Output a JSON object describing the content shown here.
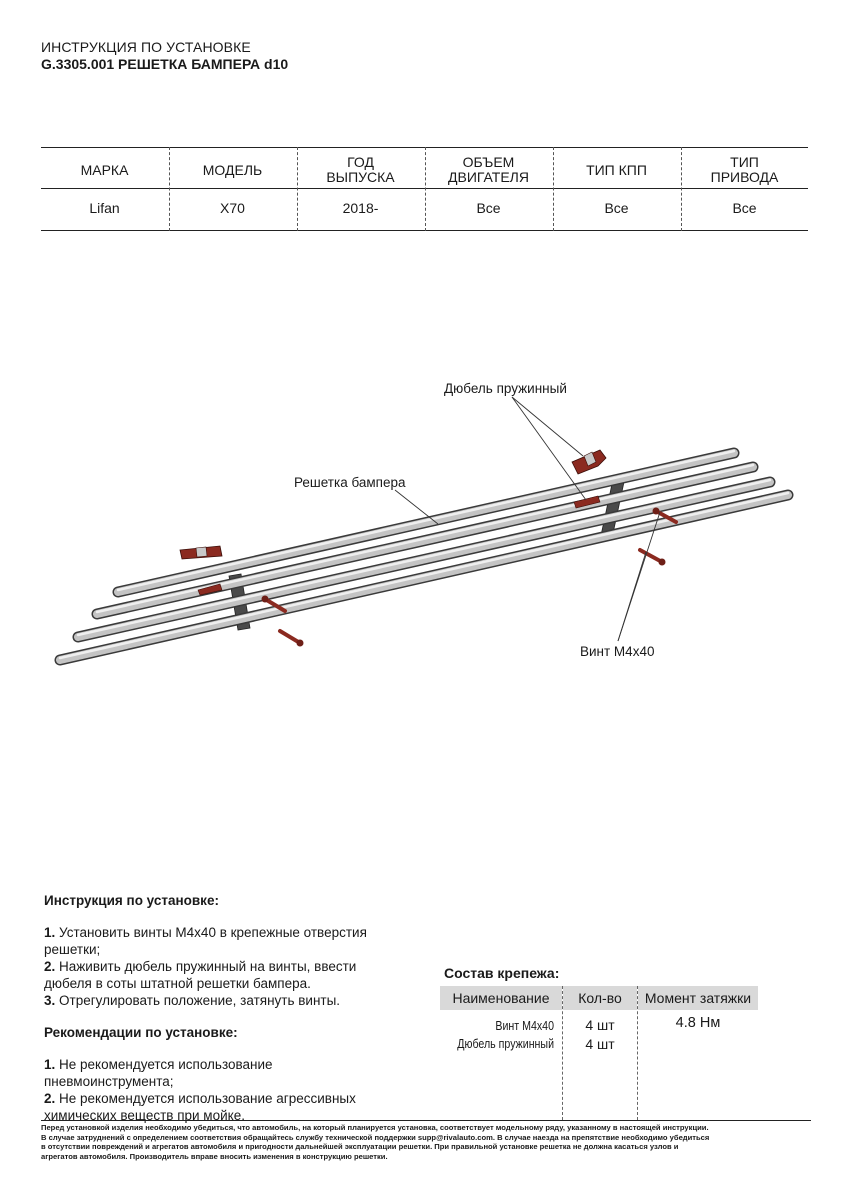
{
  "header": {
    "title_line1": "ИНСТРУКЦИЯ ПО УСТАНОВКЕ",
    "title_line2": "G.3305.001 РЕШЕТКА БАМПЕРА d10"
  },
  "vehicle_table": {
    "headers": [
      [
        "МАРКА"
      ],
      [
        "МОДЕЛЬ"
      ],
      [
        "ГОД",
        "ВЫПУСКА"
      ],
      [
        "ОБЪЕМ",
        "ДВИГАТЕЛЯ"
      ],
      [
        "ТИП КПП"
      ],
      [
        "ТИП",
        "ПРИВОДА"
      ]
    ],
    "row": [
      "Lifan",
      "X70",
      "2018-",
      "Все",
      "Все",
      "Все"
    ]
  },
  "diagram": {
    "label_dowel": "Дюбель пружинный",
    "label_grille": "Решетка бампера",
    "label_screw": "Винт М4х40",
    "colors": {
      "tube": "#b8b8b8",
      "bracket": "#4a4a4a",
      "fastener": "#8b2a20"
    }
  },
  "instructions": {
    "title": "Инструкция по установке:",
    "steps": [
      {
        "num": "1.",
        "text": " Установить винты М4х40 в крепежные отверстия решетки;"
      },
      {
        "num": "2.",
        "text": " Наживить дюбель пружинный на винты, ввести дюбеля в соты штатной решетки бампера."
      },
      {
        "num": "3.",
        "text": " Отрегулировать положение, затянуть винты."
      }
    ],
    "rec_title": "Рекомендации по установке:",
    "recs": [
      {
        "num": "1.",
        "text": " Не рекомендуется использование пневмоинструмента;"
      },
      {
        "num": "2.",
        "text": " Не рекомендуется использование агрессивных химических веществ при мойке."
      }
    ]
  },
  "fasteners": {
    "title": "Состав крепежа:",
    "headers": [
      "Наименование",
      "Кол-во",
      "Момент затяжки"
    ],
    "rows": [
      {
        "name": "Винт М4х40",
        "qty": "4 шт",
        "torque": "4.8 Нм"
      },
      {
        "name": "Дюбель пружинный",
        "qty": "4 шт",
        "torque": ""
      }
    ]
  },
  "footer": {
    "lines": [
      "Перед установкой изделия необходимо убедиться, что автомобиль, на который планируется установка, соответствует модельному ряду, указанному в настоящей инструкции.",
      "В случае затруднений с определением соответствия обращайтесь службу технической поддержки supp@rivalauto.com. В случае наезда на препятствие необходимо убедиться",
      "в отсутствии повреждений и агрегатов автомобиля и пригодности дальнейшей эксплуатации решетки. При правильной установке решетка не должна касаться узлов и",
      "агрегатов автомобиля. Производитель вправе вносить изменения в конструкцию решетки."
    ]
  }
}
